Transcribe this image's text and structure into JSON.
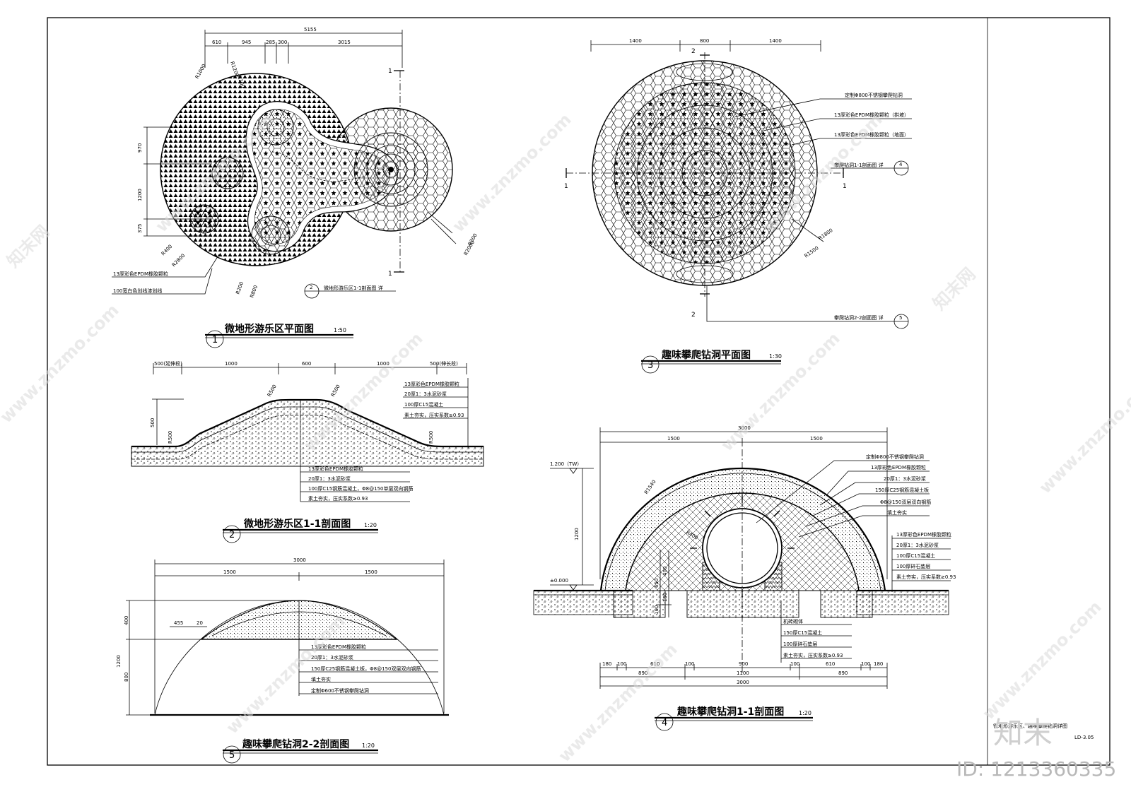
{
  "drawings": {
    "d1": {
      "number": "1",
      "title": "微地形游乐区平面图",
      "scale": "1:50",
      "dims_top": [
        "5155",
        "610",
        "945",
        "285",
        "300",
        "3015"
      ],
      "dims_left": [
        "970",
        "1200",
        "375"
      ],
      "radii": [
        "R1000",
        "R1200",
        "R200",
        "R400",
        "R2800",
        "R200",
        "R800",
        "R300",
        "R2000"
      ],
      "notes": [
        "13厚彩色EPDM橡胶颗粒",
        "100宽白色划线漆划线"
      ],
      "section_marks": [
        "1",
        "1"
      ],
      "ref": {
        "label": "微地形游乐区1-1剖面图 详",
        "num": "2"
      }
    },
    "d2": {
      "number": "2",
      "title": "微地形游乐区1-1剖面图",
      "scale": "1:20",
      "dims_top": [
        "500(延伸段)",
        "1000",
        "600",
        "1000",
        "500(伸长段)"
      ],
      "dim_left": "500",
      "radii": [
        "R500",
        "R500",
        "R500",
        "R500"
      ],
      "notes_right": [
        "13厚彩色EPDM橡胶颗粒",
        "20厚1：3水泥砂浆",
        "100厚C15混凝土",
        "素土夯实，压实系数≥0.93"
      ],
      "notes_below": [
        "13厚彩色EPDM橡胶颗粒",
        "20厚1：3水泥砂浆",
        "100厚C15钢筋混凝土，Φ8@150单层双向钢筋",
        "素土夯实，压实系数≥0.93"
      ]
    },
    "d3": {
      "number": "3",
      "title": "趣味攀爬钻洞平面图",
      "scale": "1:30",
      "dims_top": [
        "1400",
        "800",
        "1400"
      ],
      "marks": [
        "2",
        "1",
        "1",
        "2"
      ],
      "notes": [
        "定制Φ800不锈钢攀爬钻洞",
        "13厚彩色EPDM橡胶颗粒（拱坡）",
        "13厚彩色EPDM橡胶颗粒（地面）"
      ],
      "refs": [
        {
          "label": "攀爬钻洞1-1剖面图 详",
          "num": "4"
        },
        {
          "label": "攀爬钻洞2-2剖面图 详",
          "num": "5"
        }
      ],
      "radii": [
        "R1800",
        "R1500"
      ]
    },
    "d4": {
      "number": "4",
      "title": "趣味攀爬钻洞1-1剖面图",
      "scale": "1:20",
      "dims_top": [
        "3000",
        "1500",
        "1500"
      ],
      "level_top": "1.200（TW）",
      "level_zero": "±0.000",
      "dim_left_total": "1200",
      "dims_left_inner": [
        "650",
        "400",
        "150",
        "100"
      ],
      "radii": [
        "R1540",
        "R400"
      ],
      "notes_top": [
        "定制Φ800不锈钢攀爬钻洞",
        "13厚彩色EPDM橡胶颗粒",
        "20厚1：3水泥砂浆",
        "150厚C25钢筋混凝土板",
        "Φ8@150双层双向钢筋",
        "填土夯实"
      ],
      "notes_right": [
        "13厚彩色EPDM橡胶颗粒",
        "20厚1：3水泥砂浆",
        "100厚C15混凝土",
        "100厚碎石垫层",
        "素土夯实，压实系数≥0.93"
      ],
      "notes_bottom": [
        "机砖砌体",
        "150厚C15混凝土",
        "100厚碎石垫层",
        "素土夯实，压实系数≥0.93"
      ],
      "dims_bottom_1": [
        "180",
        "100",
        "610",
        "100",
        "900",
        "100",
        "610",
        "100",
        "180"
      ],
      "dims_bottom_2": [
        "890",
        "1100",
        "890"
      ],
      "dims_bottom_total": "3000"
    },
    "d5": {
      "number": "5",
      "title": "趣味攀爬钻洞2-2剖面图",
      "scale": "1:20",
      "dims_top": [
        "3000",
        "1500",
        "1500"
      ],
      "dims_left": [
        "400",
        "1200",
        "800"
      ],
      "dims_small": [
        "455",
        "20"
      ],
      "notes": [
        "13厚彩色EPDM橡胶颗粒",
        "20厚1：3水泥砂浆",
        "150厚C25钢筋混凝土板，Φ8@150双层双向钢筋",
        "填土夯实",
        "定制Φ600不锈钢攀爬钻洞"
      ]
    }
  },
  "sheet": {
    "titleblock": "微地形游乐区、趣味攀爬钻洞详图",
    "sheet_no": "LD-3.05"
  },
  "watermark": {
    "text": "www.znzmo.com",
    "text2": "知末网",
    "logo": "知末",
    "id": "ID: 1213360335"
  }
}
